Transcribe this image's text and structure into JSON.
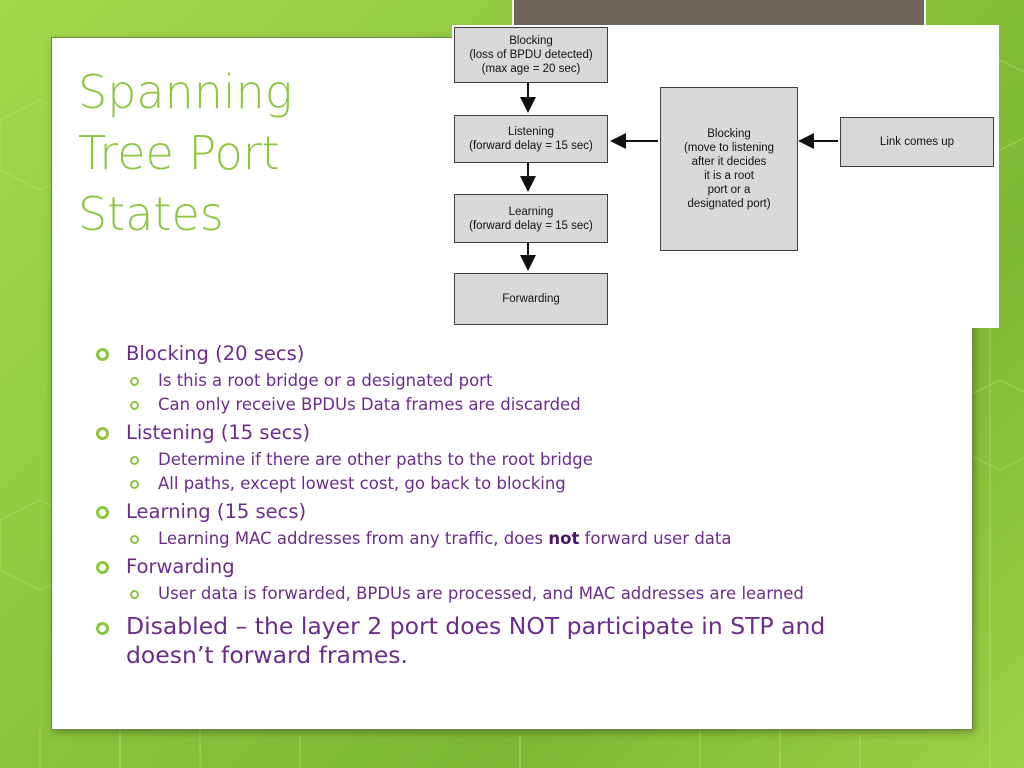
{
  "title_lines": [
    "Spanning",
    "Tree Port",
    "States"
  ],
  "colors": {
    "accent_green": "#8cc63f",
    "bullet_text_purple": "#6b2d8c",
    "diagram_box_fill": "#d9d9d9"
  },
  "diagram": {
    "boxes": {
      "blocking_top": [
        "Blocking",
        "(loss of BPDU detected)",
        "(max age = 20 sec)"
      ],
      "listening": [
        "Listening",
        "(forward delay = 15 sec)"
      ],
      "learning": [
        "Learning",
        "(forward delay = 15 sec)"
      ],
      "forwarding": [
        "Forwarding"
      ],
      "blocking_side": [
        "Blocking",
        "(move to listening",
        "after it decides",
        "it is a root",
        "port or a",
        "designated port)"
      ],
      "link_up": [
        "Link comes up"
      ]
    }
  },
  "bullets": {
    "blocking": {
      "label": "Blocking (20 secs)",
      "subs": [
        "Is this a root bridge or a designated port",
        "Can only receive BPDUs Data frames are discarded"
      ]
    },
    "listening": {
      "label": "Listening (15 secs)",
      "subs": [
        "Determine if there are other paths to the root bridge",
        "All paths, except lowest cost, go back to blocking"
      ]
    },
    "learning": {
      "label": "Learning (15 secs)",
      "sub_before": "Learning MAC addresses from any traffic, does ",
      "sub_bold": "not",
      "sub_after": " forward user data"
    },
    "forwarding": {
      "label": "Forwarding",
      "subs": [
        "User data is forwarded, BPDUs are processed, and MAC addresses are learned"
      ]
    },
    "disabled": "Disabled – the layer 2 port does NOT participate in STP and doesn’t forward frames."
  }
}
